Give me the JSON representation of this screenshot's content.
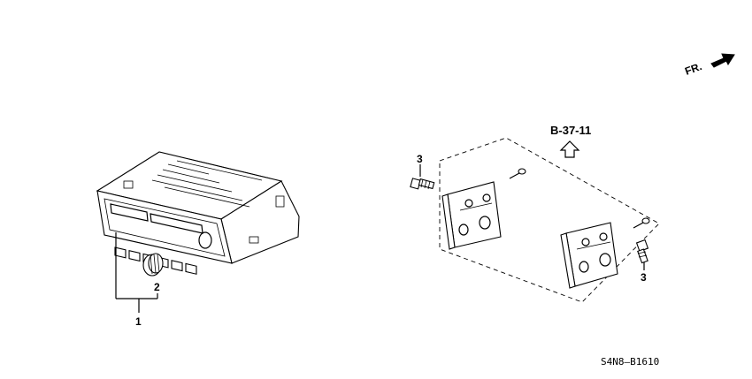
{
  "diagram": {
    "direction_marker": "FR.",
    "reference": "B-37-11",
    "part_labels": {
      "radio_unit": "1",
      "knob": "2",
      "bolt_left": "3",
      "bolt_right": "3"
    },
    "diagram_code": "S4N8–B1610"
  }
}
